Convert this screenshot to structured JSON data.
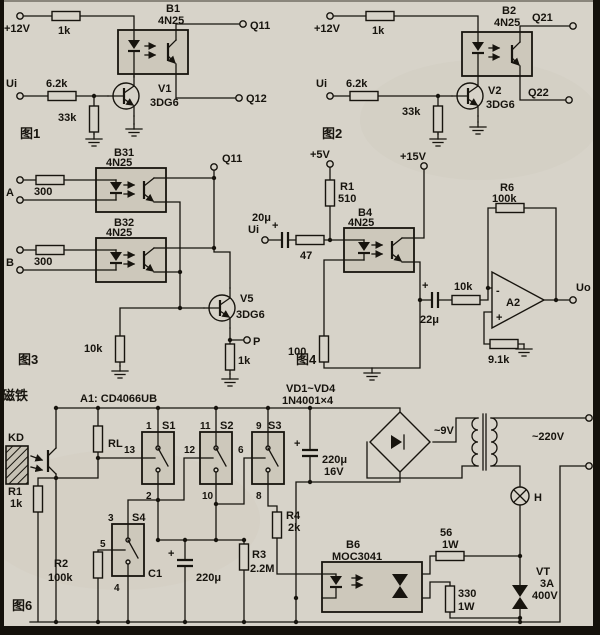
{
  "page": {
    "paper": "#d7d3c9",
    "ink": "#17140e"
  },
  "fig1": {
    "caption": "图1",
    "supply": "+12V",
    "r_top": "1k",
    "opto": "B1",
    "opto_type": "4N25",
    "q_top": "Q11",
    "q_bot": "Q12",
    "input": "Ui",
    "r_in": "6.2k",
    "r_base": "33k",
    "tr": "V1",
    "tr_type": "3DG6"
  },
  "fig2": {
    "caption": "图2",
    "supply": "+12V",
    "r_top": "1k",
    "opto": "B2",
    "opto_type": "4N25",
    "q_top": "Q21",
    "q_bot": "Q22",
    "input": "Ui",
    "r_in": "6.2k",
    "r_base": "33k",
    "tr": "V2",
    "tr_type": "3DG6"
  },
  "fig3": {
    "caption": "图3",
    "in_a": "A",
    "in_b": "B",
    "r_a": "300",
    "r_b": "300",
    "opto1": "B31",
    "opto1_type": "4N25",
    "opto2": "B32",
    "opto2_type": "4N25",
    "q_out": "Q11",
    "tr": "V5",
    "tr_type": "3DG6",
    "r_base": "10k",
    "r_e": "1k",
    "p_out": "P"
  },
  "fig4": {
    "caption": "图4",
    "v_bias": "+5V",
    "v_cc": "+15V",
    "r1": "R1",
    "r1_val": "510",
    "c_in_plus": "+",
    "c_in": "20μ",
    "input": "Ui",
    "r_in": "47",
    "opto": "B4",
    "opto_type": "4N25",
    "r6": "R6",
    "r6_val": "100k",
    "c_out_plus": "+",
    "c_out": "22μ",
    "r_series": "10k",
    "amp": "A2",
    "in_minus": "-",
    "in_plus": "+",
    "out": "Uo",
    "r_plus": "9.1k",
    "r_led": "100"
  },
  "fig6": {
    "caption": "图6",
    "magnet": "磁铁",
    "sensor": "KD",
    "r_load": "RL",
    "chip": "A1: CD4066UB",
    "r1": "R1",
    "r1_val": "1k",
    "s1": "S1",
    "s1_in": "1",
    "s1_ctl": "13",
    "s1_out": "2",
    "s2": "S2",
    "s2_in": "11",
    "s2_ctl": "12",
    "s2_out": "10",
    "s3": "S3",
    "s3_in": "9",
    "s3_ctl": "6",
    "s3_out": "8",
    "s4": "S4",
    "s4_in": "3",
    "s4_ctl": "5",
    "s4_out": "4",
    "r2": "R2",
    "r2_val": "100k",
    "c1": "C1",
    "c1_plus": "+",
    "c1_val": "220μ",
    "r3": "R3",
    "r3_val": "2.2M",
    "r4": "R4",
    "r4_val": "2k",
    "diodes": "VD1~VD4",
    "diodes_type": "1N4001×4",
    "c2_plus": "+",
    "c2": "220μ",
    "c2_v": "16V",
    "ac_low": "~9V",
    "ac_high": "~220V",
    "lamp": "H",
    "b6": "B6",
    "b6_type": "MOC3041",
    "r5": "56",
    "r5_w": "1W",
    "r7": "330",
    "r7_w": "1W",
    "vt": "VT",
    "vt_a": "3A",
    "vt_v": "400V"
  }
}
